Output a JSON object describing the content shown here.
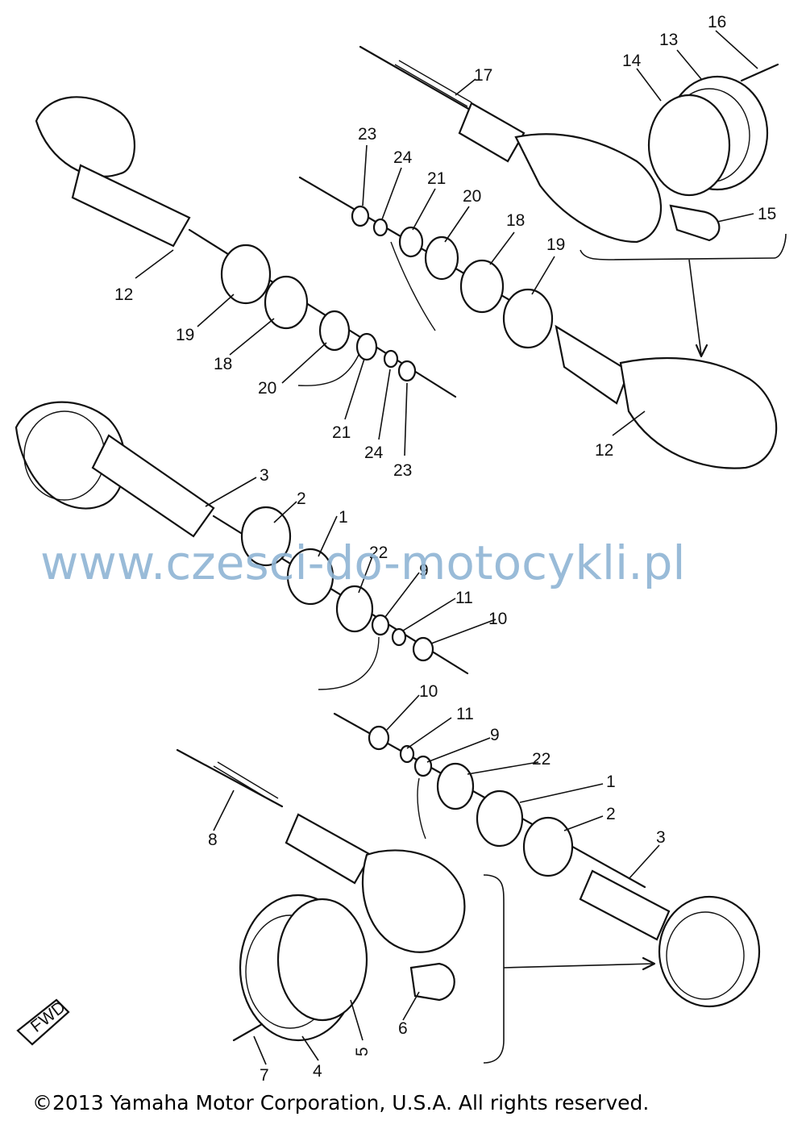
{
  "labels": {
    "l1a": "1",
    "l2a": "2",
    "l3a": "3",
    "l4": "4",
    "l5": "5",
    "l6": "6",
    "l7": "7",
    "l8": "8",
    "l9a": "9",
    "l10a": "10",
    "l11a": "11",
    "l12a": "12",
    "l13": "13",
    "l14": "14",
    "l15": "15",
    "l16": "16",
    "l17": "17",
    "l18a": "18",
    "l19a": "19",
    "l20a": "20",
    "l21a": "21",
    "l22a": "22",
    "l23a": "23",
    "l24a": "24",
    "l12b": "12",
    "l19b": "19",
    "l18b": "18",
    "l20b": "20",
    "l21b": "21",
    "l24b": "24",
    "l23b": "23",
    "l1b": "1",
    "l2b": "2",
    "l3b": "3",
    "l9b": "9",
    "l10b": "10",
    "l11b": "11",
    "l22b": "22"
  },
  "fwd_arrow": "FWD",
  "watermark": "www.czesci-do-motocykli.pl",
  "copyright": "©2013 Yamaha Motor Corporation, U.S.A. All rights reserved."
}
